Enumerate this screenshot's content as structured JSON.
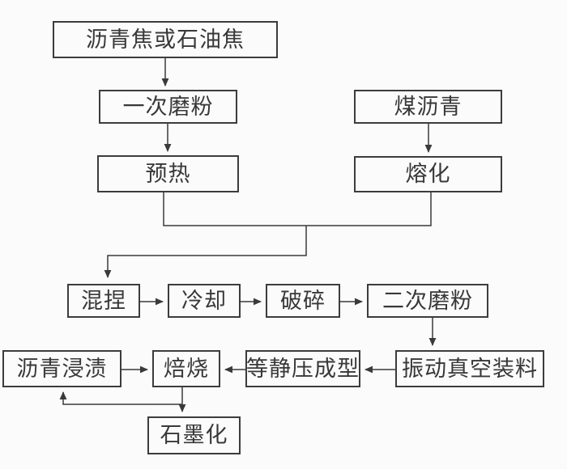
{
  "diagram": {
    "title": "isostatic-graphite-production-flowchart",
    "colors": {
      "background": "#fbfbfb",
      "line": "#3a3a3a",
      "box_border": "#3c3c3c",
      "text": "#383838"
    },
    "nodes": {
      "coke": {
        "label": "沥青焦或石油焦"
      },
      "first_grinding": {
        "label": "一次磨粉"
      },
      "preheating": {
        "label": "预热"
      },
      "coal_pitch": {
        "label": "煤沥青"
      },
      "melting": {
        "label": "熔化"
      },
      "kneading": {
        "label": "混捏"
      },
      "cooling": {
        "label": "冷却"
      },
      "crushing": {
        "label": "破碎"
      },
      "secondary_grinding": {
        "label": "二次磨粉"
      },
      "vibration_vacuum_loading": {
        "label": "振动真空装料"
      },
      "isostatic_pressing": {
        "label": "等静压成型"
      },
      "baking": {
        "label": "焙烧"
      },
      "pitch_impregnation": {
        "label": "沥青浸渍"
      },
      "graphitization": {
        "label": "石墨化"
      }
    },
    "edges": [
      {
        "from": "coke",
        "to": "first_grinding"
      },
      {
        "from": "first_grinding",
        "to": "preheating"
      },
      {
        "from": "coal_pitch",
        "to": "melting"
      },
      {
        "from": "preheating",
        "to": "kneading"
      },
      {
        "from": "melting",
        "to": "kneading"
      },
      {
        "from": "kneading",
        "to": "cooling"
      },
      {
        "from": "cooling",
        "to": "crushing"
      },
      {
        "from": "crushing",
        "to": "secondary_grinding"
      },
      {
        "from": "secondary_grinding",
        "to": "vibration_vacuum_loading"
      },
      {
        "from": "vibration_vacuum_loading",
        "to": "isostatic_pressing"
      },
      {
        "from": "isostatic_pressing",
        "to": "baking"
      },
      {
        "from": "pitch_impregnation",
        "to": "baking"
      },
      {
        "from": "baking",
        "to": "pitch_impregnation"
      },
      {
        "from": "baking",
        "to": "graphitization"
      }
    ]
  }
}
